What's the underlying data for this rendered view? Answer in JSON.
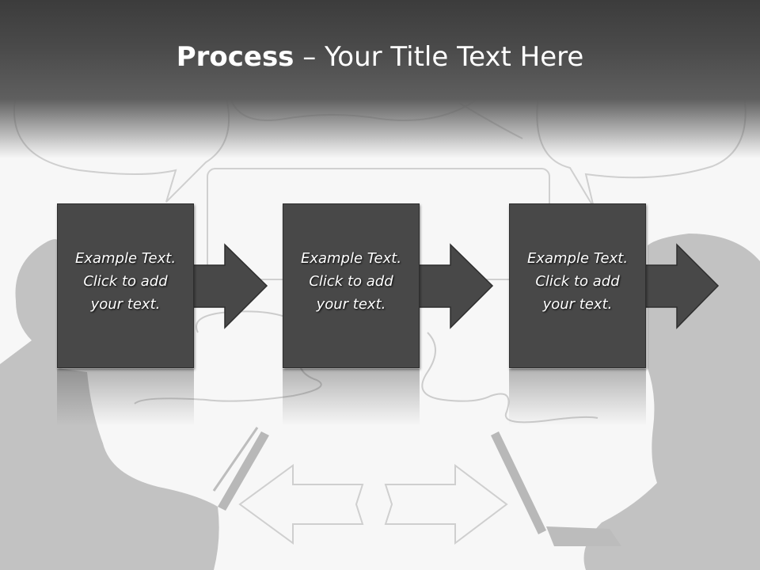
{
  "slide": {
    "title_bold": "Process",
    "title_rest": " – Your Title Text Here"
  },
  "steps": [
    {
      "line1": "Example Text.",
      "line2": "Click  to add",
      "line3": "your text."
    },
    {
      "line1": "Example Text.",
      "line2": "Click  to add",
      "line3": "your text."
    },
    {
      "line1": "Example Text.",
      "line2": "Click  to add",
      "line3": "your text."
    }
  ],
  "colors": {
    "header": "#444444",
    "box": "#484848",
    "silhouette": "#c2c2c2",
    "background": "#f7f7f7"
  }
}
